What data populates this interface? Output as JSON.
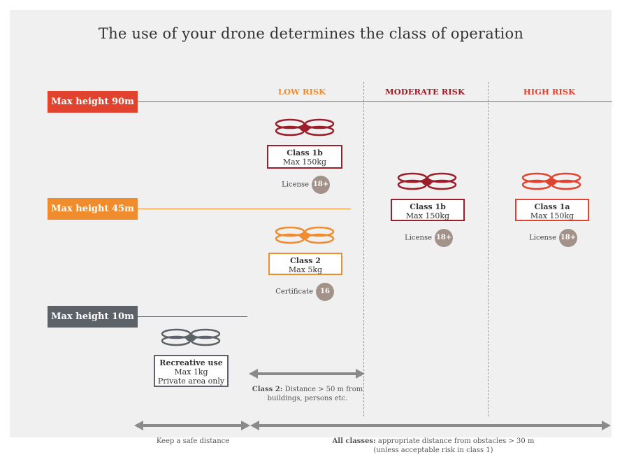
{
  "title": "The use of your drone determines the class of operation",
  "heights": [
    {
      "label": "Max height 90m",
      "color": "#e2432f"
    },
    {
      "label": "Max height 45m",
      "color": "#ef8c2e"
    },
    {
      "label": "Max height 10m",
      "color": "#5d6168"
    }
  ],
  "risk_columns": [
    {
      "label": "LOW RISK",
      "color": "#ef8c2e"
    },
    {
      "label": "MODERATE RISK",
      "color": "#9b1e2a"
    },
    {
      "label": "HIGH RISK",
      "color": "#e2432f"
    }
  ],
  "classes": {
    "low_1b": {
      "name": "Class 1b",
      "spec": "Max 150kg",
      "req": "License",
      "badge": "18+",
      "color": "#9b1e2a"
    },
    "low_2": {
      "name": "Class 2",
      "spec": "Max 5kg",
      "req": "Certificate",
      "badge": "16",
      "color": "#ef8c2e"
    },
    "moderate_1b": {
      "name": "Class 1b",
      "spec": "Max 150kg",
      "req": "License",
      "badge": "18+",
      "color": "#9b1e2a"
    },
    "high_1a": {
      "name": "Class 1a",
      "spec": "Max 150kg",
      "req": "License",
      "badge": "18+",
      "color": "#e2432f"
    },
    "recreative": {
      "name": "Recreative use",
      "spec": "Max 1kg",
      "extra": "Private area only",
      "color": "#5d6168"
    }
  },
  "notes": {
    "class2_bold": "Class 2:",
    "class2_line1": "Distance > 50 m from",
    "class2_line2": "buildings, persons etc.",
    "safe_distance": "Keep a safe distance",
    "all_bold": "All classes:",
    "all_line1": "appropriate distance from obstacles > 30 m",
    "all_line2": "(unless acceptable risk in class 1)"
  },
  "icons": [
    "drone-icon",
    "double-arrow-icon"
  ]
}
